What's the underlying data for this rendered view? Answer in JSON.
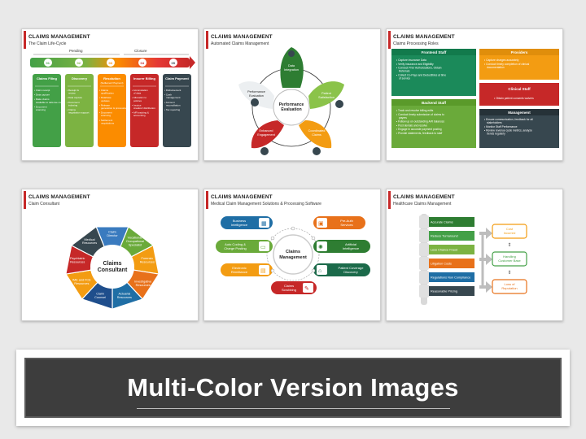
{
  "slides": [
    {
      "title": "CLAIMS MANAGEMENT",
      "subtitle": "The Claim Life-Cycle",
      "phase_left": "Pending",
      "phase_right": "Closure",
      "steps": [
        "01",
        "02",
        "03",
        "04",
        "05"
      ],
      "columns": [
        {
          "head": "Claims Filing",
          "color": "#43a047",
          "items": [
            "Claim receipt",
            "Data capture",
            "Make claims available to defense counsel",
            "Document scanning"
          ]
        },
        {
          "head": "Discovery",
          "color": "#7cb342",
          "items": [
            "Receipt & review",
            "Data capture",
            "Document indexing",
            "Claims negotiation support"
          ]
        },
        {
          "head": "Resolution (Settlement/ Payment)",
          "color": "#fb8c00",
          "items": [
            "Claims qualification",
            "Database updates",
            "Release generation & processing",
            "Document scanning",
            "Settlement negotiations"
          ]
        },
        {
          "head": "Insurer Billing",
          "color": "#c62828",
          "items": [
            "Accumulation of data",
            "Allocation to policies",
            "Invoice creation/ distribution",
            "A/R tracking & accounting"
          ]
        },
        {
          "head": "Claim Payment",
          "color": "#37474f",
          "items": [
            "Disbursement",
            "Cash management",
            "Account reconciliation",
            "Tax reporting"
          ]
        }
      ]
    },
    {
      "title": "CLAIMS MANAGEMENT",
      "subtitle": "Automated Claims Management",
      "center": "Performance Evaluation",
      "petals": [
        "Data Integration",
        "Patient Satisfaction",
        "Coordinated Claims",
        "Enhanced Engagement",
        "Performance Evaluation"
      ]
    },
    {
      "title": "CLAIMS MANAGEMENT",
      "subtitle": "Claims Processing Roles",
      "frontend_head": "Frontend Staff",
      "frontend_items": [
        "Capture insurance Data",
        "Verify insurance and Eligibility",
        "Conduct Prior Authorizations, Obtain Referrals",
        "Collect Co-Pays and Deductibles at time of service"
      ],
      "backend_head": "Backend Staff",
      "backend_items": [
        "Track and resolve billing edits",
        "Conduct timely submission of claims to payers",
        "Follow up on outstanding A/R balances",
        "Post denials and resolve",
        "Engage in accurate payment posting",
        "Provide statements, feedback to staff"
      ],
      "providers_head": "Providers",
      "providers_items": [
        "Capture charges accurately",
        "Conduct timely completion of clinical documentation"
      ],
      "clinical_head": "Clinical Staff",
      "clinical_items": [
        "Obtain patient consents waivers"
      ],
      "management_head": "Management",
      "management_items": [
        "Ensure communication, feedback for all stakeholders",
        "Monitor Staff Performance",
        "Review revenue cycle metrics, analyze trends regularly"
      ]
    },
    {
      "title": "CLAIMS MANAGEMENT",
      "subtitle": "Claim Consultant",
      "center": "Claims Consultant",
      "segments": [
        "Claim Director",
        "Vocational/ Occupational Specialist",
        "Forensic Resources",
        "Investigative Resources",
        "Actuarial Resources",
        "Claim Counsel",
        "IME and FCE Resources",
        "Psychiatric Resources",
        "Medical Resources"
      ]
    },
    {
      "title": "CLAIMS MANAGEMENT",
      "subtitle": "Medical Claim Management Solutions & Processing Software",
      "center": "Claims Management",
      "left_items": [
        "Business Intelligence",
        "Auto Coding & Charge Posting",
        "Electronic Remittance"
      ],
      "right_items": [
        "Pre-Auth Services",
        "Artificial Intelligence",
        "Patient Coverage Discovery"
      ],
      "bottom_item": "Claims Scrubbing"
    },
    {
      "title": "CLAIMS MANAGEMENT",
      "subtitle": "Healthcare Claims Management",
      "scroll_items": [
        "Accurate Claims",
        "Reduce Turnaround",
        "Less Chance Fraud",
        "Litigation Costs",
        "Regulations Non Compliance",
        "Reasonable Pricing"
      ],
      "outcomes": [
        "Cost Incurred",
        "Handling Customer Base",
        "Loss of Reputation"
      ]
    }
  ],
  "footer": {
    "heading": "Multi-Color Version Images"
  }
}
